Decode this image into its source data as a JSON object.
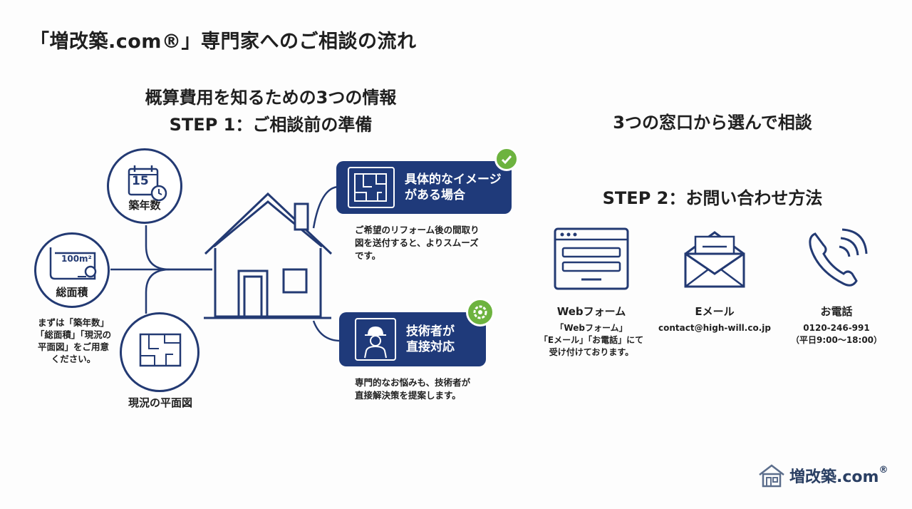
{
  "title": "「増改築.com®」専門家へのご相談の流れ",
  "step1": {
    "heading_line1": "概算費用を知るための3つの情報",
    "heading_line2": "STEP 1：ご相談前の準備",
    "items": {
      "age": {
        "label": "築年数",
        "icon_text": "15"
      },
      "area": {
        "label": "総面積",
        "icon_text": "100m²"
      },
      "plan": {
        "label": "現況の平面図"
      }
    },
    "note": [
      "まずは「築年数」",
      "「総面積」「現況の",
      "平面図」をご用意",
      "ください。"
    ],
    "cards": [
      {
        "label_line1": "具体的なイメージ",
        "label_line2": "がある場合",
        "desc": [
          "ご希望のリフォーム後の間取り",
          "図を送付すると、よりスムーズ",
          "です。"
        ]
      },
      {
        "label_line1": "技術者が",
        "label_line2": "直接対応",
        "desc": [
          "専門的なお悩みも、技術者が",
          "直接解決策を提案します。"
        ]
      }
    ]
  },
  "step2": {
    "heading1": "3つの窓口から選んで相談",
    "heading2": "STEP 2：お問い合わせ方法",
    "channels": [
      {
        "label": "Webフォーム",
        "sub": [
          "「Webフォーム」",
          "「Eメール」「お電話」にて",
          "受け付けております。"
        ],
        "icon": "web-form-icon"
      },
      {
        "label": "Eメール",
        "sub": [
          "contact@high-will.co.jp"
        ],
        "icon": "email-icon"
      },
      {
        "label": "お電話",
        "sub": [
          "0120-246-991",
          "（平日9:00〜18:00）"
        ],
        "icon": "phone-icon"
      }
    ]
  },
  "logo": {
    "text": "増改築.com",
    "mark": "®"
  },
  "colors": {
    "navy": "#1f3a7a",
    "line": "#233a73",
    "green": "#6db33f"
  }
}
